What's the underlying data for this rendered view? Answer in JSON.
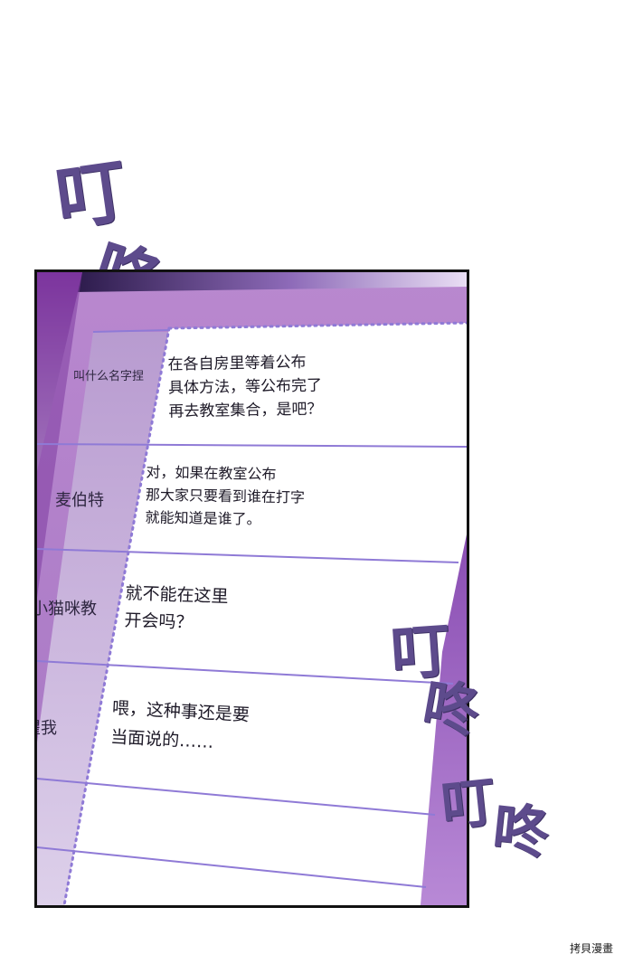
{
  "sfx": {
    "top": [
      "叮",
      "咚"
    ],
    "right_1": [
      "叮",
      "咚"
    ],
    "right_2": [
      "叮",
      "咚"
    ]
  },
  "chat": {
    "rows": [
      {
        "name": "叫什么名字捏",
        "message": "在各自房里等着公布\n具体方法，等公布完了\n再去教室集合，是吧？"
      },
      {
        "name": "麦伯特",
        "message": "对，如果在教室公布\n那大家只要看到谁在打字\n就能知道是谁了。"
      },
      {
        "name": "小猫咪教",
        "message": "就不能在这里\n开会吗？"
      },
      {
        "name": "瞿我",
        "message": "喂，这种事还是要\n当面说的……"
      },
      {
        "name": "",
        "message": ""
      },
      {
        "name": "",
        "message": ""
      }
    ]
  },
  "watermark": "拷貝漫畫",
  "colors": {
    "panel_purple": "#a676c3",
    "sidebar_purple": "#7a3fa0",
    "sfx_ink": "#5d4b8c",
    "divider_purple": "#8f7ad6"
  }
}
